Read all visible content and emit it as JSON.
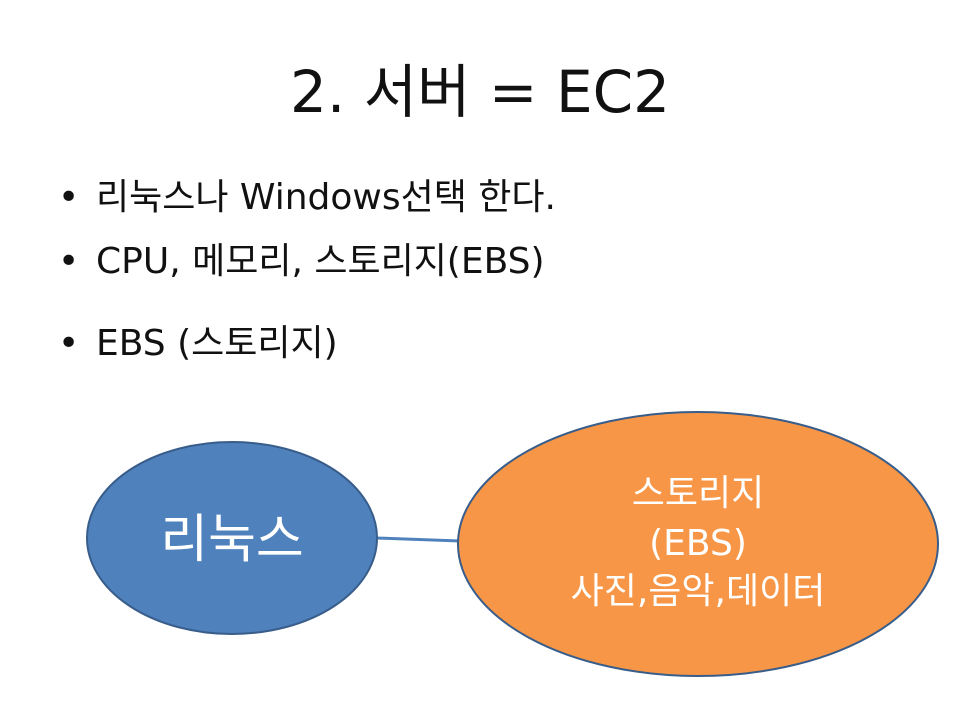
{
  "slide": {
    "title": "2.  서버  =  EC2",
    "bullets": [
      "리눅스나 Windows선택 한다.",
      "CPU, 메모리, 스토리지(EBS)",
      "EBS (스토리지)"
    ]
  },
  "diagram": {
    "nodes": [
      {
        "id": "linux",
        "lines": [
          "리눅스"
        ],
        "color": "#4f81bd",
        "border": "#385d8a"
      },
      {
        "id": "storage",
        "lines": [
          "스토리지",
          "(EBS)",
          "사진,음악,데이터"
        ],
        "color": "#f79646",
        "border": "#385d8a"
      }
    ],
    "edges": [
      {
        "from": "linux",
        "to": "storage",
        "color": "#4f81bd"
      }
    ]
  }
}
